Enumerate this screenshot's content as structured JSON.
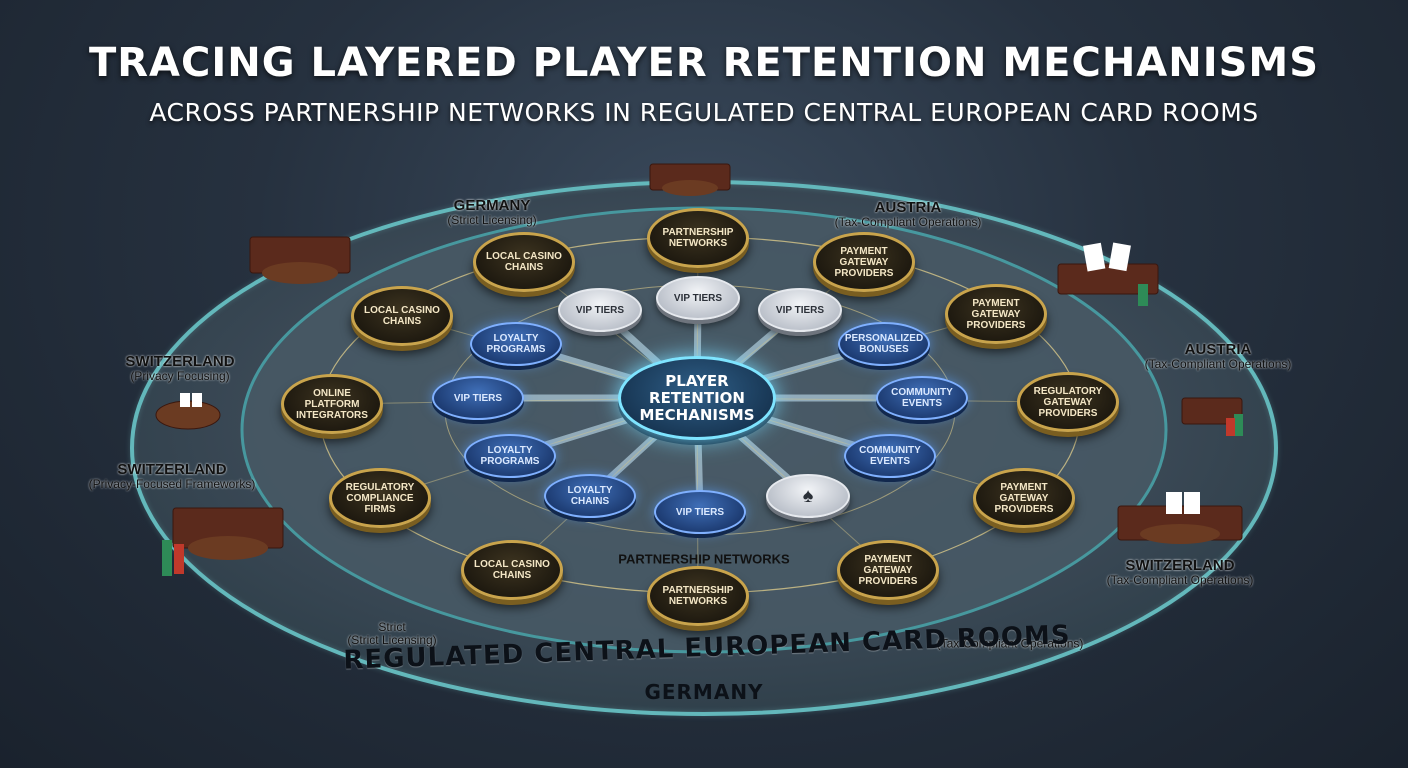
{
  "header": {
    "title": "TRACING LAYERED PLAYER RETENTION MECHANISMS",
    "subtitle": "ACROSS PARTNERSHIP NETWORKS IN REGULATED CENTRAL EUROPEAN CARD ROOMS"
  },
  "center": {
    "line1": "PLAYER",
    "line2": "RETENTION",
    "line3": "MECHANISMS"
  },
  "outer_ring": {
    "label": "REGULATED CENTRAL EUROPEAN CARD ROOMS",
    "sublabel": "GERMANY"
  },
  "inner_caption": "PARTNERSHIP NETWORKS",
  "regions": [
    {
      "id": "germany-top",
      "name": "GERMANY",
      "note": "(Strict Licensing)"
    },
    {
      "id": "austria-top",
      "name": "AUSTRIA",
      "note": "(Tax-Compliant Operations)"
    },
    {
      "id": "switzerland-left-1",
      "name": "SWITZERLAND",
      "note": "(Privacy Focusing)"
    },
    {
      "id": "switzerland-left-2",
      "name": "SWITZERLAND",
      "note": "(Privacy-Focused Frameworks)"
    },
    {
      "id": "austria-right",
      "name": "AUSTRIA",
      "note": "(Tax-Compliant Operations)"
    },
    {
      "id": "switzerland-right",
      "name": "SWITZERLAND",
      "note": "(Tax-Compliant Operations)"
    },
    {
      "id": "strict-bottom",
      "name": "Strict",
      "note": "(Strict Licensing)"
    },
    {
      "id": "tax-bottom",
      "name": "",
      "note": "(Tax-Compliant Operations)"
    }
  ],
  "outer_nodes": [
    "LOCAL CASINO CHAINS",
    "PARTNERSHIP NETWORKS",
    "PAYMENT GATEWAY PROVIDERS",
    "LOCAL CASINO CHAINS",
    "PAYMENT GATEWAY PROVIDERS",
    "ONLINE PLATFORM INTEGRATORS",
    "REGULATORY GATEWAY PROVIDERS",
    "REGULATORY COMPLIANCE FIRMS",
    "PAYMENT GATEWAY PROVIDERS",
    "LOCAL CASINO CHAINS",
    "PARTNERSHIP NETWORKS",
    "PAYMENT GATEWAY PROVIDERS"
  ],
  "inner_nodes": [
    {
      "label": "VIP TIERS",
      "style": "silver"
    },
    {
      "label": "VIP TIERS",
      "style": "silver"
    },
    {
      "label": "VIP TIERS",
      "style": "silver"
    },
    {
      "label": "LOYALTY PROGRAMS",
      "style": "blue"
    },
    {
      "label": "PERSONALIZED BONUSES",
      "style": "blue"
    },
    {
      "label": "VIP TIERS",
      "style": "blue"
    },
    {
      "label": "COMMUNITY EVENTS",
      "style": "blue"
    },
    {
      "label": "LOYALTY PROGRAMS",
      "style": "blue"
    },
    {
      "label": "COMMUNITY EVENTS",
      "style": "blue"
    },
    {
      "label": "LOYALTY CHAINS",
      "style": "blue"
    },
    {
      "label": "VIP TIERS",
      "style": "blue"
    },
    {
      "label": "♠",
      "style": "silver"
    }
  ],
  "colors": {
    "ring": "#3f8a90",
    "gold": "#c9a44c",
    "blue_glow": "#7fb0ff",
    "hub_glow": "#7ee4ff"
  }
}
